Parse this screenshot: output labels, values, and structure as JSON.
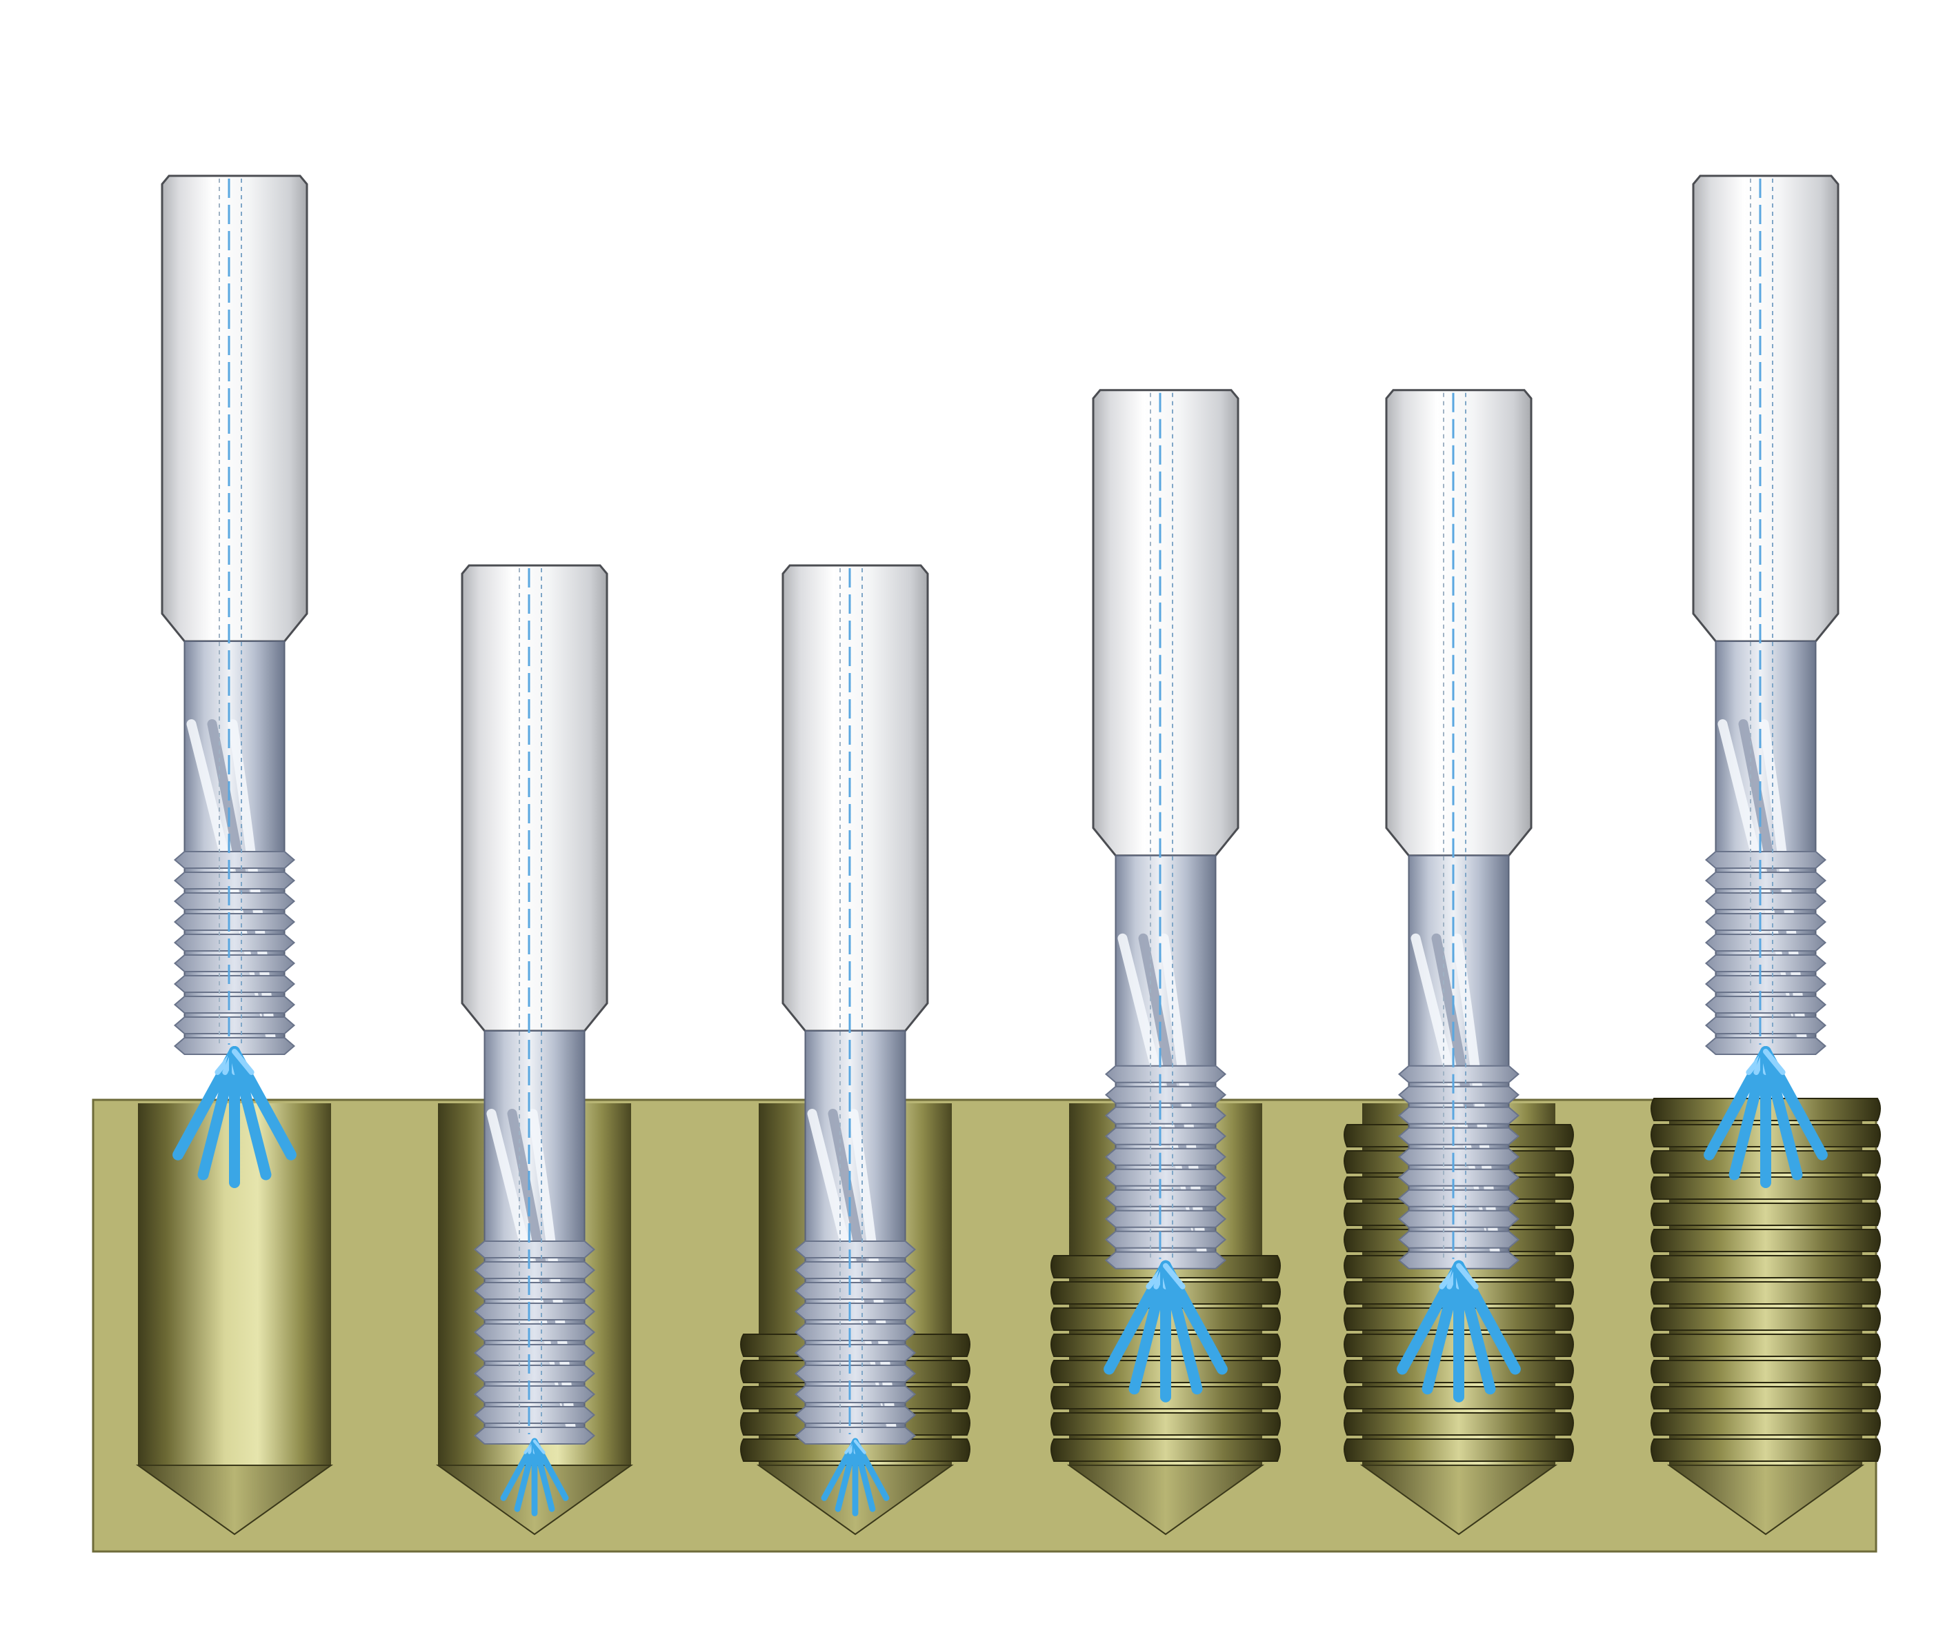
{
  "colors": {
    "background": "#ffffff",
    "workpiece": "#b8b574",
    "workpiece_edge": "#6e6b3a",
    "hole_light": "#e4e3a6",
    "hole_dark": "#4a4722",
    "shank_light": "#ffffff",
    "shank_dark": "#aeb0b4",
    "steel_light": "#dde2ec",
    "steel_dark": "#6f7990",
    "coolant": "#3aa6e6"
  },
  "stages": [
    {
      "step": 1,
      "tool_depth": 0.0,
      "thread_depth": 0.0,
      "coolant_position": "at-entry"
    },
    {
      "step": 2,
      "tool_depth": 1.0,
      "thread_depth": 0.0,
      "coolant_position": "hole-bottom"
    },
    {
      "step": 3,
      "tool_depth": 1.0,
      "thread_depth": 0.38,
      "coolant_position": "hole-bottom"
    },
    {
      "step": 4,
      "tool_depth": 0.55,
      "thread_depth": 0.55,
      "coolant_position": "inside-hole"
    },
    {
      "step": 5,
      "tool_depth": 0.55,
      "thread_depth": 0.9,
      "coolant_position": "inside-hole"
    },
    {
      "step": 6,
      "tool_depth": 0.0,
      "thread_depth": 1.0,
      "coolant_position": "at-entry"
    }
  ]
}
